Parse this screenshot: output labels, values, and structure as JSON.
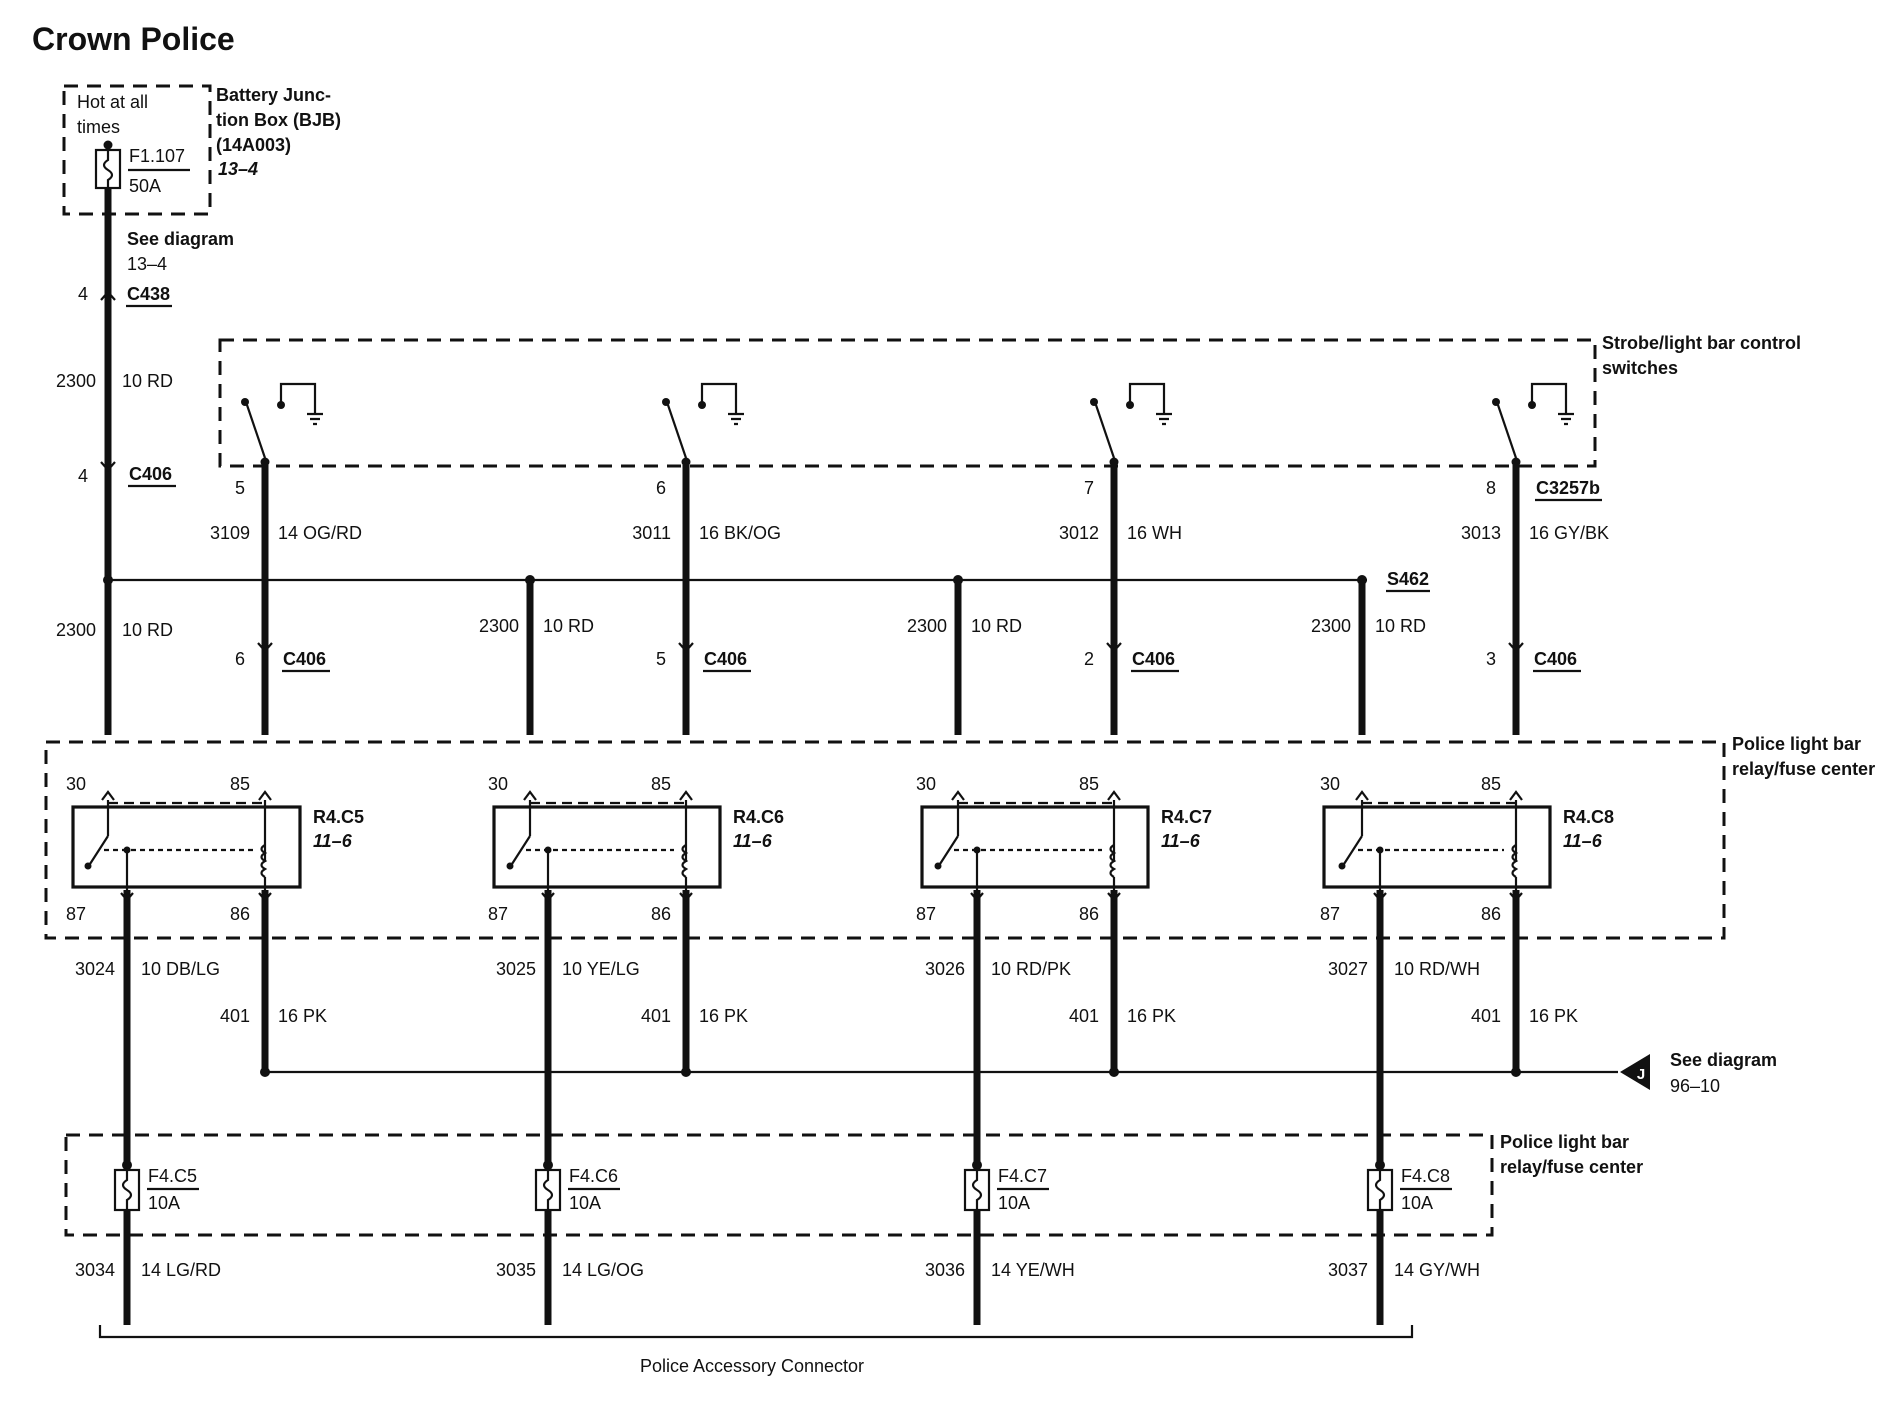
{
  "title": "Crown Police",
  "bjb": {
    "hot_label_line1": "Hot at all",
    "hot_label_line2": "times",
    "name_line1": "Battery Junc-",
    "name_line2": "tion Box (BJB)",
    "part_number": "(14A003)",
    "ref": "13–4",
    "fuse_id": "F1.107",
    "fuse_rating": "50A",
    "see_label": "See diagram",
    "see_ref": "13–4"
  },
  "feed": {
    "c438_pin": "4",
    "c438": "C438",
    "circuit": "2300",
    "wire": "10 RD",
    "c406_pin": "4",
    "c406": "C406",
    "lower_circuit": "2300",
    "lower_wire": "10 RD"
  },
  "switch_box": {
    "label_line1": "Strobe/light bar control",
    "label_line2": "switches",
    "connector": "C3257b"
  },
  "splice": "S462",
  "channels": [
    {
      "switch_pin": "5",
      "sw_circuit": "3109",
      "sw_wire": "14 OG/RD",
      "c406_pin": "6",
      "c406": "C406",
      "feed_circuit": "2300",
      "feed_wire": "10 RD",
      "pin30": "30",
      "pin85": "85",
      "pin87": "87",
      "pin86": "86",
      "relay": "R4.C5",
      "relay_ref": "11–6",
      "out_circuit": "3024",
      "out_wire": "10 DB/LG",
      "gnd_circuit": "401",
      "gnd_wire": "16 PK",
      "fuse": "F4.C5",
      "fuse_rating": "10A",
      "final_circuit": "3034",
      "final_wire": "14 LG/RD"
    },
    {
      "switch_pin": "6",
      "sw_circuit": "3011",
      "sw_wire": "16 BK/OG",
      "c406_pin": "5",
      "c406": "C406",
      "feed_circuit": "2300",
      "feed_wire": "10 RD",
      "pin30": "30",
      "pin85": "85",
      "pin87": "87",
      "pin86": "86",
      "relay": "R4.C6",
      "relay_ref": "11–6",
      "out_circuit": "3025",
      "out_wire": "10 YE/LG",
      "gnd_circuit": "401",
      "gnd_wire": "16 PK",
      "fuse": "F4.C6",
      "fuse_rating": "10A",
      "final_circuit": "3035",
      "final_wire": "14 LG/OG"
    },
    {
      "switch_pin": "7",
      "sw_circuit": "3012",
      "sw_wire": "16 WH",
      "c406_pin": "2",
      "c406": "C406",
      "feed_circuit": "2300",
      "feed_wire": "10 RD",
      "pin30": "30",
      "pin85": "85",
      "pin87": "87",
      "pin86": "86",
      "relay": "R4.C7",
      "relay_ref": "11–6",
      "out_circuit": "3026",
      "out_wire": "10 RD/PK",
      "gnd_circuit": "401",
      "gnd_wire": "16 PK",
      "fuse": "F4.C7",
      "fuse_rating": "10A",
      "final_circuit": "3036",
      "final_wire": "14 YE/WH"
    },
    {
      "switch_pin": "8",
      "sw_circuit": "3013",
      "sw_wire": "16 GY/BK",
      "c406_pin": "3",
      "c406": "C406",
      "feed_circuit": "2300",
      "feed_wire": "10 RD",
      "pin30": "30",
      "pin85": "85",
      "pin87": "87",
      "pin86": "86",
      "relay": "R4.C8",
      "relay_ref": "11–6",
      "out_circuit": "3027",
      "out_wire": "10 RD/WH",
      "gnd_circuit": "401",
      "gnd_wire": "16 PK",
      "fuse": "F4.C8",
      "fuse_rating": "10A",
      "final_circuit": "3037",
      "final_wire": "14 GY/WH"
    }
  ],
  "relay_center": {
    "label_line1": "Police light bar",
    "label_line2": "relay/fuse center"
  },
  "fuse_center": {
    "label_line1": "Police light bar",
    "label_line2": "relay/fuse center"
  },
  "ground_ref": {
    "tag": "J",
    "label": "See diagram",
    "ref": "96–10"
  },
  "connector_label": "Police Accessory Connector"
}
